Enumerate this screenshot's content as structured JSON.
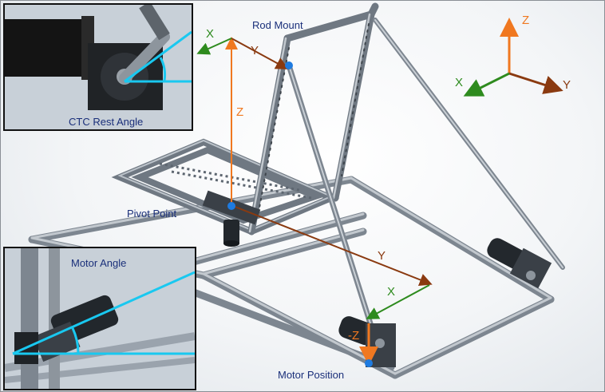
{
  "labels": {
    "rod_mount": "Rod Mount",
    "pivot_point": "Pivot Point",
    "motor_position": "Motor Position",
    "ctc_rest_angle": "CTC Rest Angle",
    "motor_angle": "Motor Angle"
  },
  "axes": {
    "x": "X",
    "y": "Y",
    "z": "Z",
    "neg_z": "-Z"
  },
  "colors": {
    "x_axis": "#2e8b1e",
    "y_axis": "#8a3a10",
    "z_axis": "#f07820",
    "angle_line": "#19c8f0",
    "marker": "#1e7be0",
    "label_text": "#1a2f7a",
    "frame": "#9aa3ad"
  }
}
